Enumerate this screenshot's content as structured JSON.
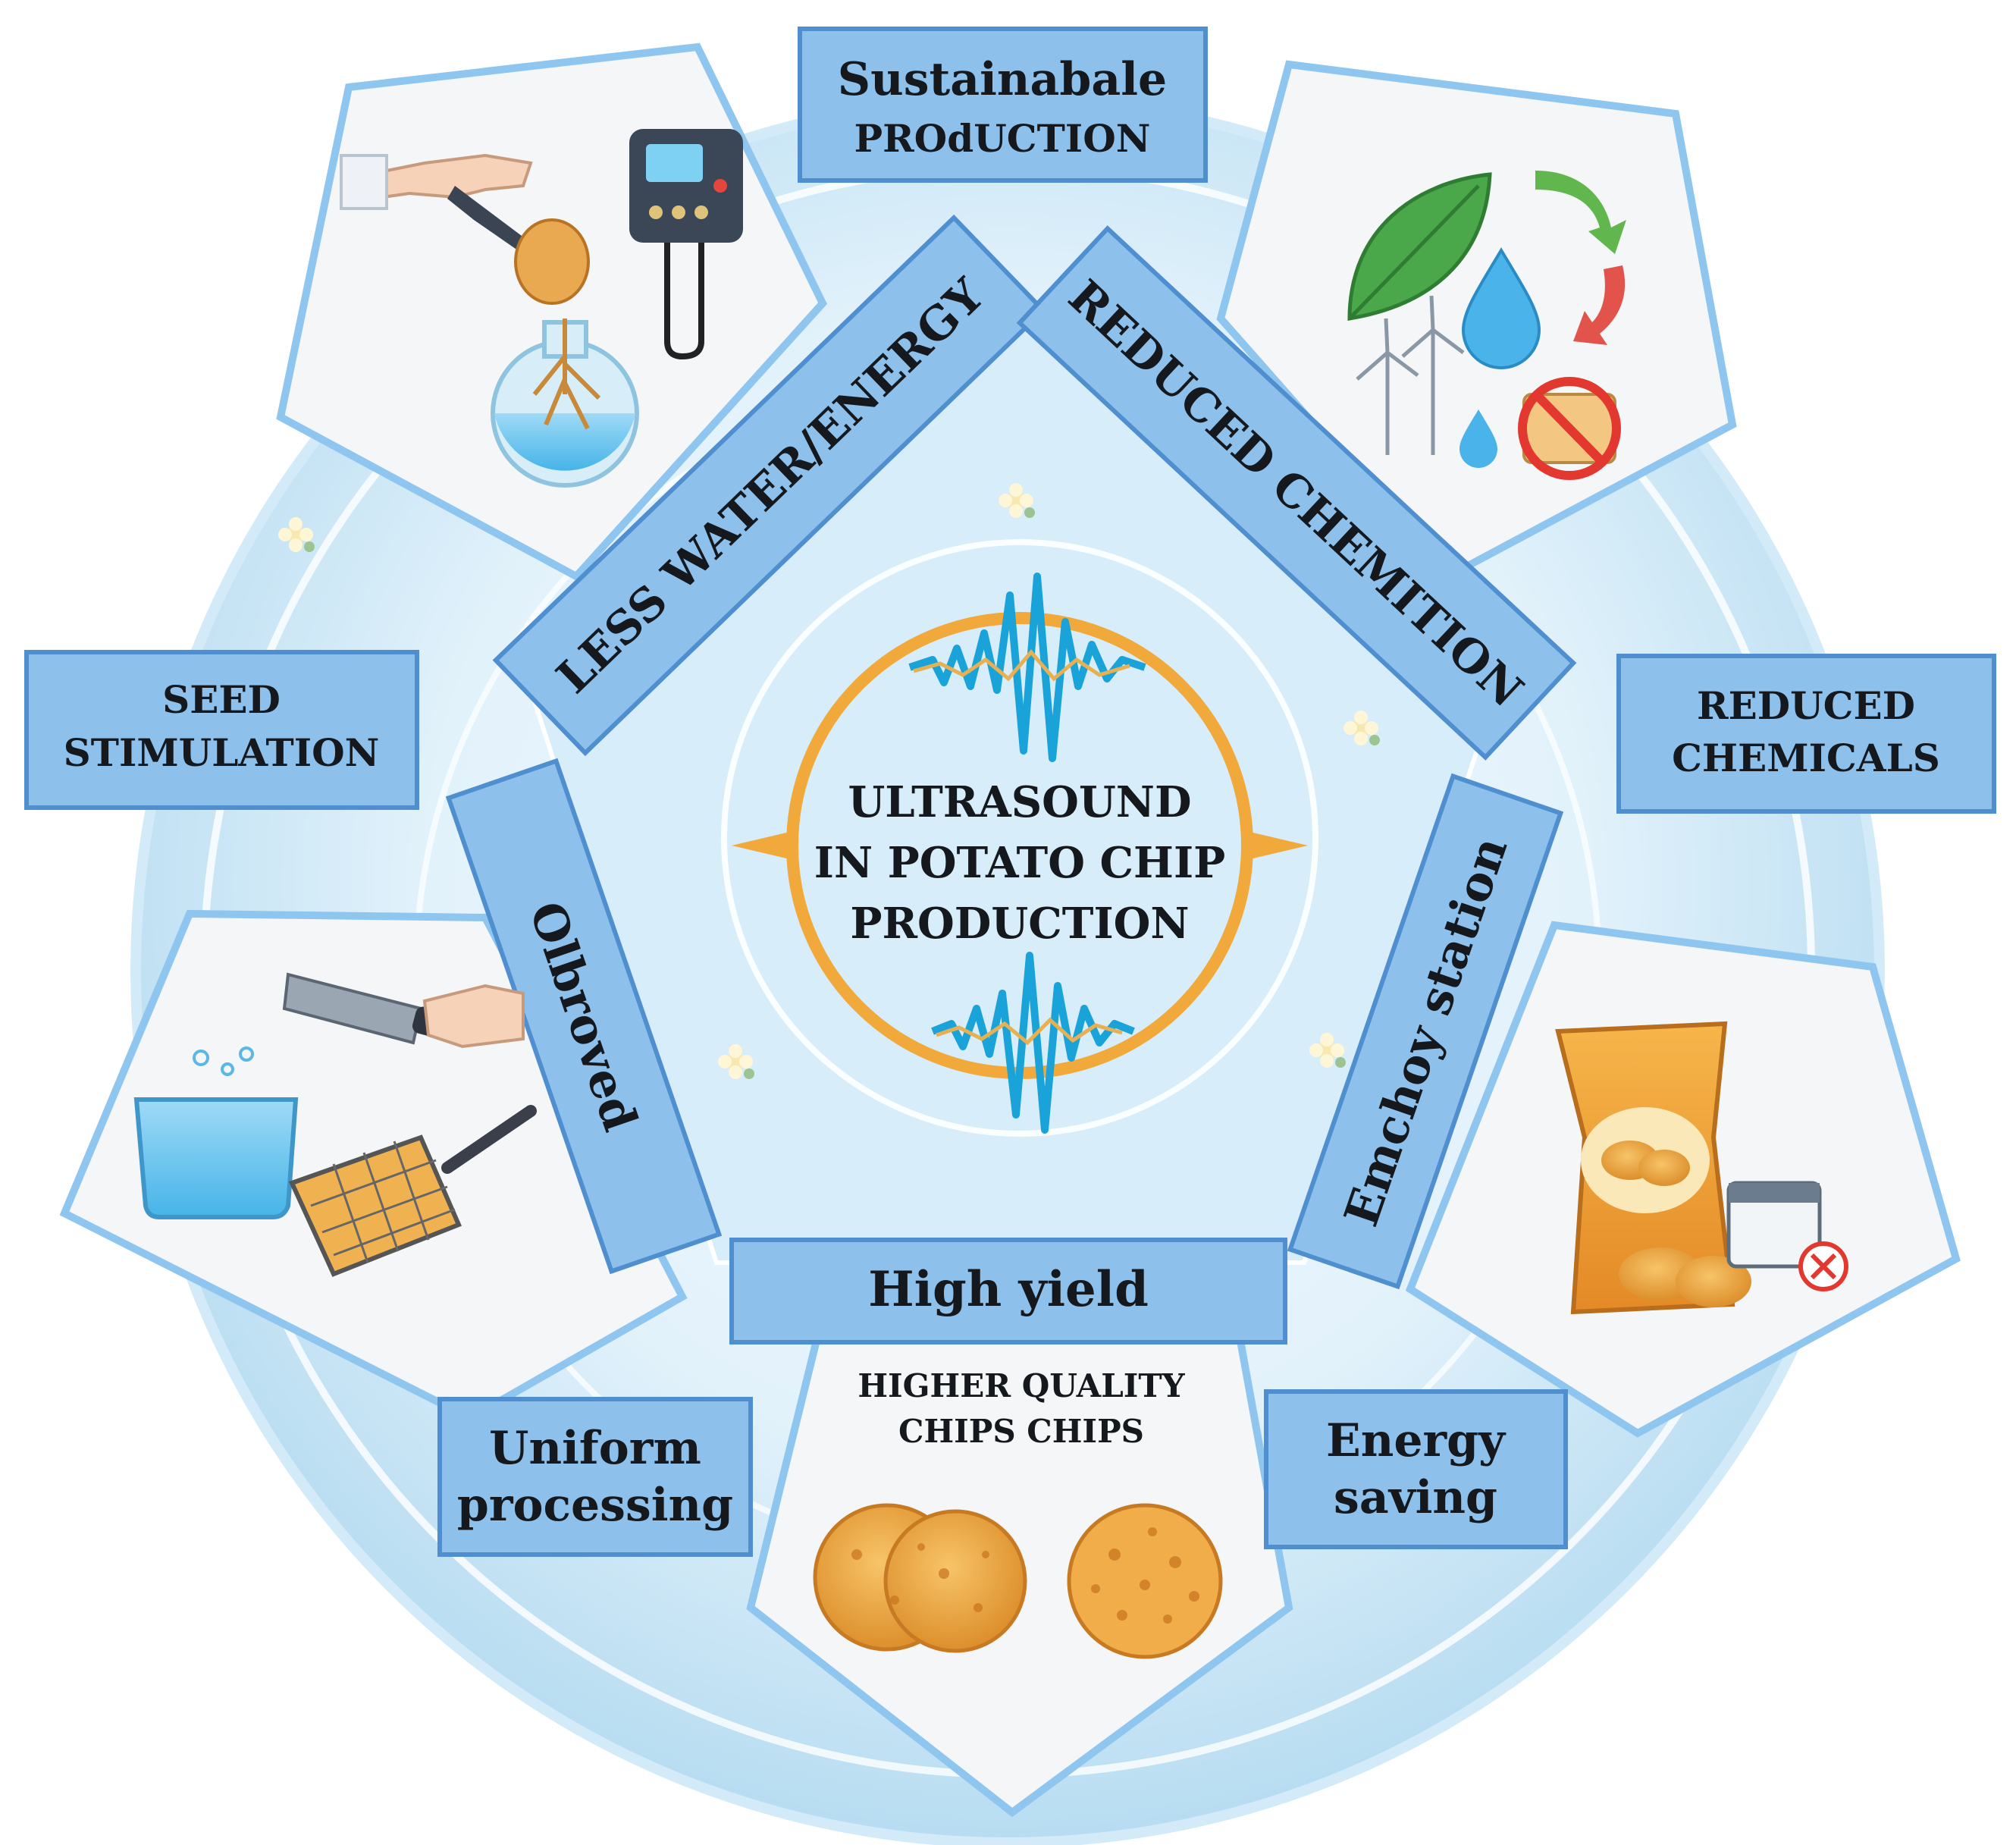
{
  "center": {
    "title_lines": [
      "ULTRASOUND",
      "IN POTATO CHIP",
      "PRODUCTION"
    ]
  },
  "ribbons": {
    "top_left": "LESS WATER/ENERGY",
    "top_right": "REDUCED CHEMITION",
    "left": "Olbroved",
    "right": "Emchoy station",
    "bottom": "High yield"
  },
  "side_labels": {
    "top": [
      "Sustainabale",
      "PROdUCTION"
    ],
    "left": [
      "SEED",
      "STIMULATION"
    ],
    "right": [
      "REDUCED",
      "CHEMICALS"
    ],
    "bottom_left": [
      "Uniform",
      "processing"
    ],
    "bottom_right": [
      "Energy",
      "saving"
    ]
  },
  "bottom_panel": {
    "caption": [
      "HIGHER QUALITY",
      "CHIPS CHIPS"
    ]
  },
  "colors": {
    "ribbon_fill": "#8dc1ec",
    "ribbon_border": "#4f8fd0",
    "ring_orange": "#f2a93b",
    "wave_blue": "#1aa3d9",
    "background_blue": "#cfe8f7"
  }
}
